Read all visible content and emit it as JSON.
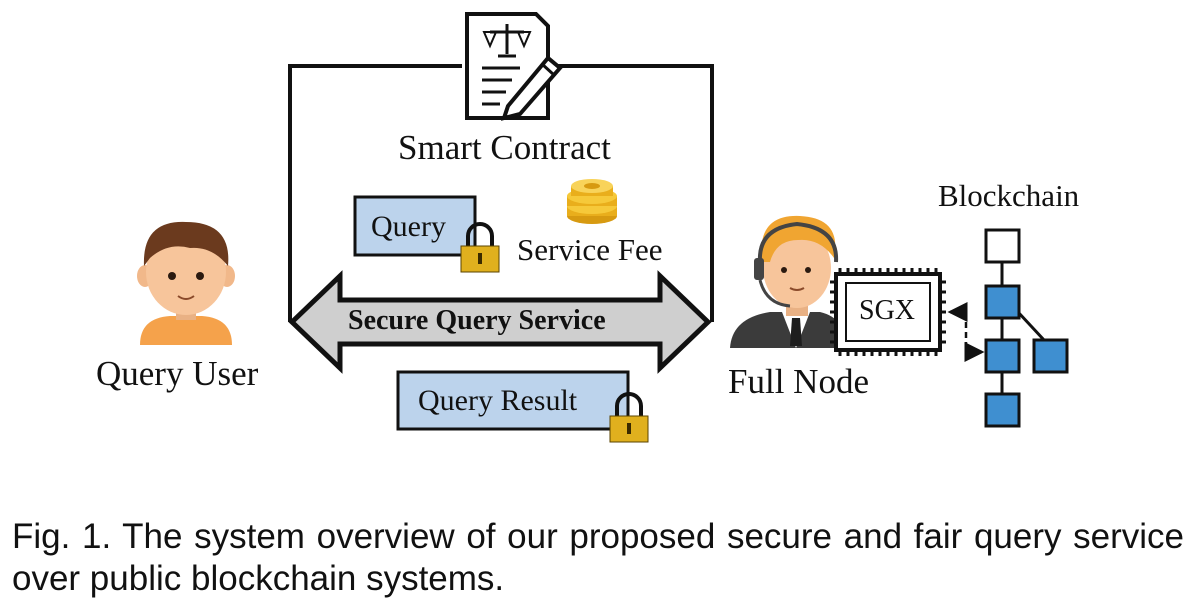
{
  "diagram": {
    "smart_contract_label": "Smart Contract",
    "query_label": "Query",
    "service_fee_label": "Service Fee",
    "arrow_label": "Secure Query Service",
    "query_result_label": "Query Result",
    "query_user_label": "Query User",
    "full_node_label": "Full Node",
    "sgx_label": "SGX",
    "blockchain_label": "Blockchain",
    "colors": {
      "box_fill": "#bcd3ec",
      "block_fill": "#3f8fd0",
      "arrow_fill": "#cfcfcf",
      "lock_body": "#e0b01e",
      "coin": "#f1be2a",
      "skin": "#f7c59b",
      "user_hair": "#6b3a1e",
      "user_shirt": "#f5a24b",
      "node_hair": "#f0a531",
      "suit": "#3b3b3b"
    }
  },
  "caption": "Fig. 1. The system overview of our proposed secure and fair query service over public blockchain systems."
}
